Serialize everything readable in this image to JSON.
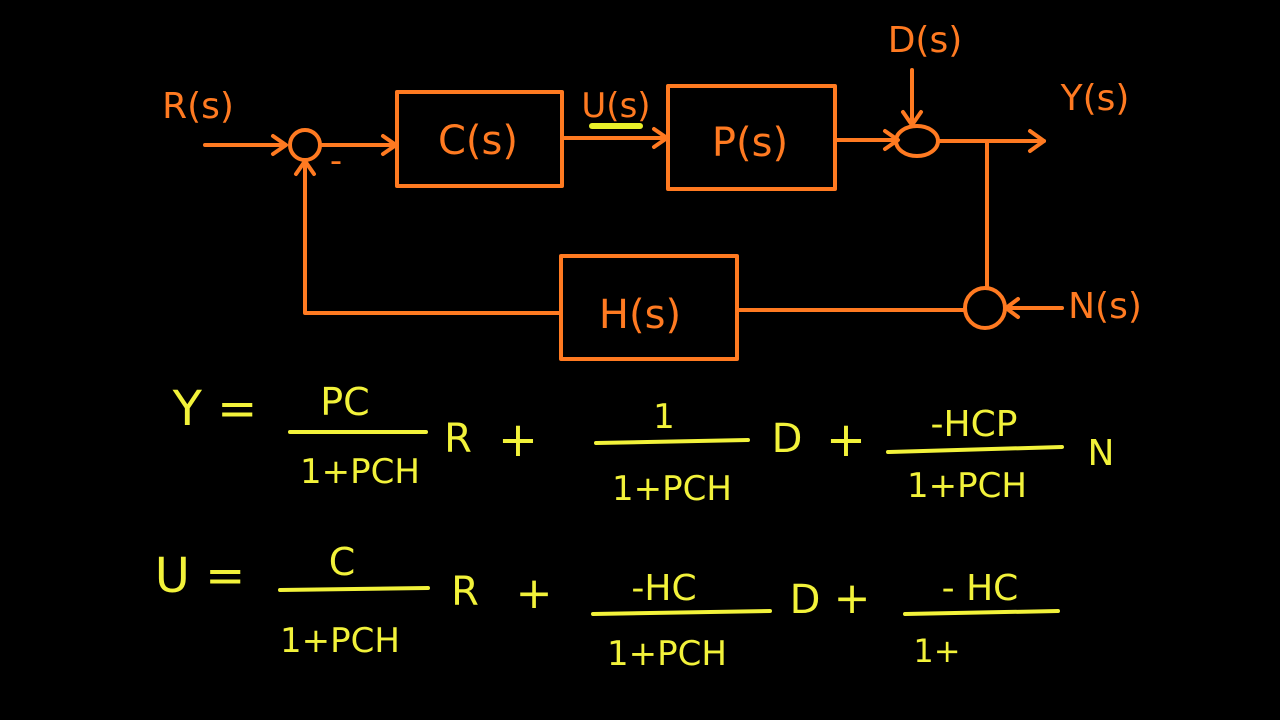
{
  "colors": {
    "background": "#000000",
    "diagram_ink": "#ff7a21",
    "equation_ink": "#f2f23a",
    "highlight": "#e8f02a"
  },
  "diagram": {
    "input_label": "R(s)",
    "sum1_minus": "-",
    "controller": "C(s)",
    "control_signal": "U(s)",
    "plant": "P(s)",
    "disturbance": "D(s)",
    "output": "Y(s)",
    "sensor": "H(s)",
    "noise": "N(s)"
  },
  "equations": {
    "y": {
      "lhs": "Y =",
      "t1_num": "PC",
      "t1_den": "1+PCH",
      "t1_var": "R",
      "plus1": "+",
      "t2_num": "1",
      "t2_den": "1+PCH",
      "t2_var": "D",
      "plus2": "+",
      "t3_num": "-HCP",
      "t3_den": "1+PCH",
      "t3_var": "N"
    },
    "u": {
      "lhs": "U =",
      "t1_num": "C",
      "t1_den": "1+PCH",
      "t1_var": "R",
      "plus1": "+",
      "t2_num": "-HC",
      "t2_den": "1+PCH",
      "t2_var": "D",
      "plus2": "+",
      "t3_num": "- HC",
      "t3_den": "1+"
    }
  }
}
